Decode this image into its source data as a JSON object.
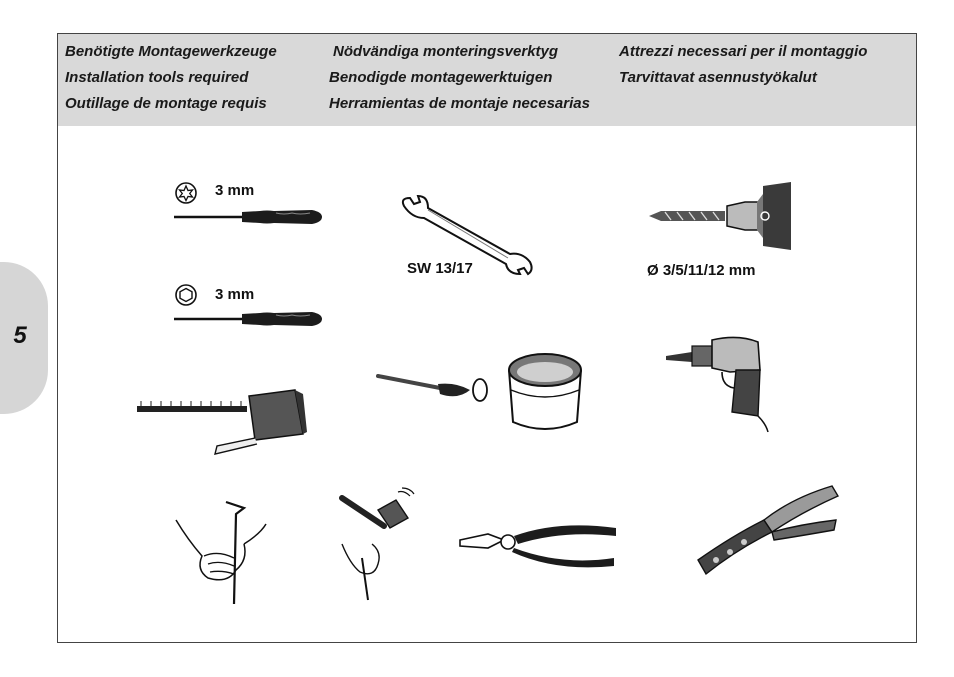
{
  "page": {
    "number": "5"
  },
  "header": {
    "columns": [
      {
        "lines": [
          "Benötigte Montagewerkzeuge",
          "Installation tools required",
          "Outillage de montage requis"
        ]
      },
      {
        "lines": [
          "Nödvändiga monteringsverktyg",
          "Benodigde montagewerktuigen",
          "Herramientas de montaje necesarias"
        ]
      },
      {
        "lines": [
          "Attrezzi necessari per il montaggio",
          "Tarvittavat asennustyökalut"
        ]
      }
    ]
  },
  "tools": {
    "torx_screwdriver": {
      "size": "3 mm",
      "icon": "torx-star-icon"
    },
    "hex_screwdriver": {
      "size": "3 mm",
      "icon": "hexagon-icon"
    },
    "wrench": {
      "label": "SW 13/17"
    },
    "drill_bit": {
      "label": "Ø 3/5/11/12 mm"
    },
    "tape_measure": {
      "icon": "tape-measure-icon"
    },
    "brush_and_glue": {
      "icon": "brush-icon"
    },
    "power_drill": {
      "icon": "power-drill-icon"
    },
    "awl": {
      "icon": "awl-icon"
    },
    "hammer": {
      "icon": "hammer-icon"
    },
    "pliers": {
      "icon": "pliers-icon"
    },
    "wire_stripper": {
      "icon": "wire-stripper-icon"
    }
  }
}
